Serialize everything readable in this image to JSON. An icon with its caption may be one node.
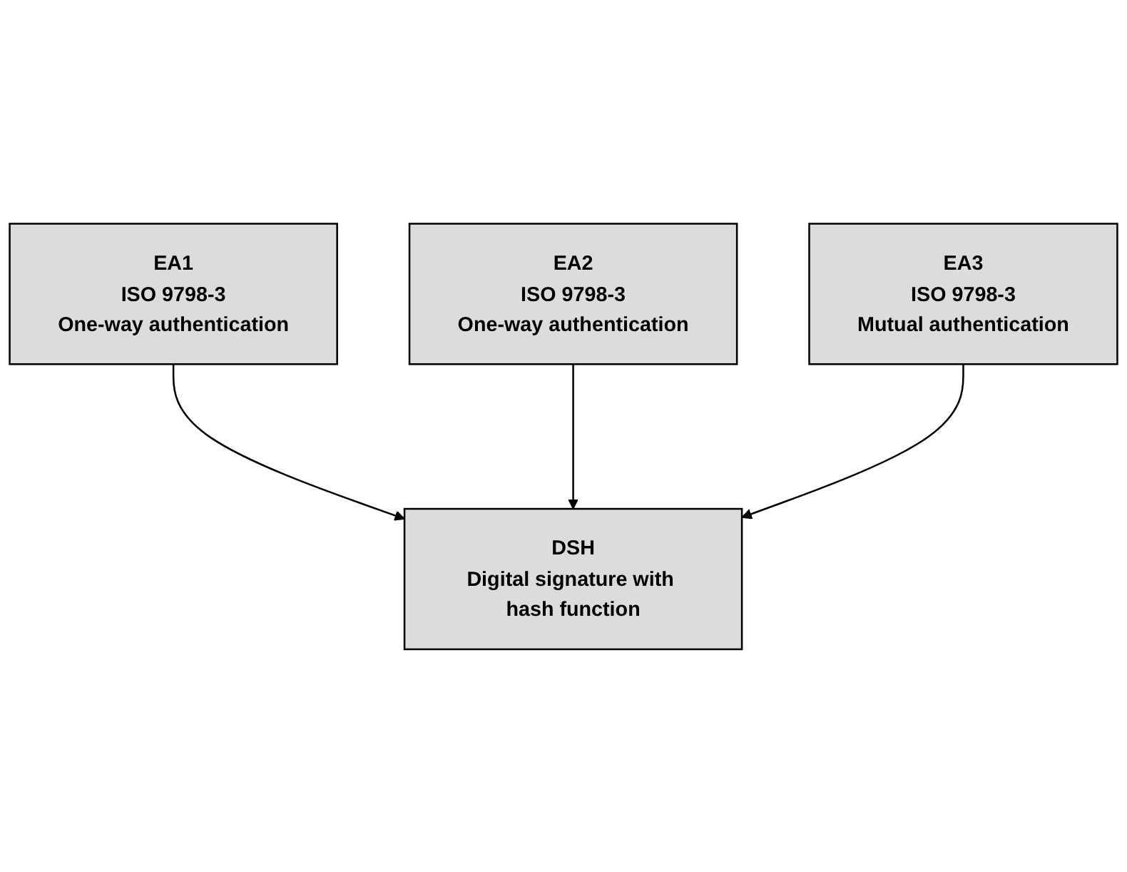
{
  "diagram": {
    "nodes": [
      {
        "text": [
          "EA1",
          "ISO 9798-3",
          "One-way authentication"
        ]
      },
      {
        "text": [
          "EA2",
          "ISO 9798-3",
          "One-way authentication"
        ]
      },
      {
        "text": [
          "EA3",
          "ISO 9798-3",
          "Mutual authentication"
        ]
      },
      {
        "text": [
          "DSH",
          "Digital signature with hash function"
        ]
      }
    ],
    "edges": [
      {
        "from": 0,
        "to": 3,
        "arrow": "to"
      },
      {
        "from": 1,
        "to": 3,
        "arrow": "to"
      },
      {
        "from": 2,
        "to": 3,
        "arrow": "to"
      }
    ]
  }
}
